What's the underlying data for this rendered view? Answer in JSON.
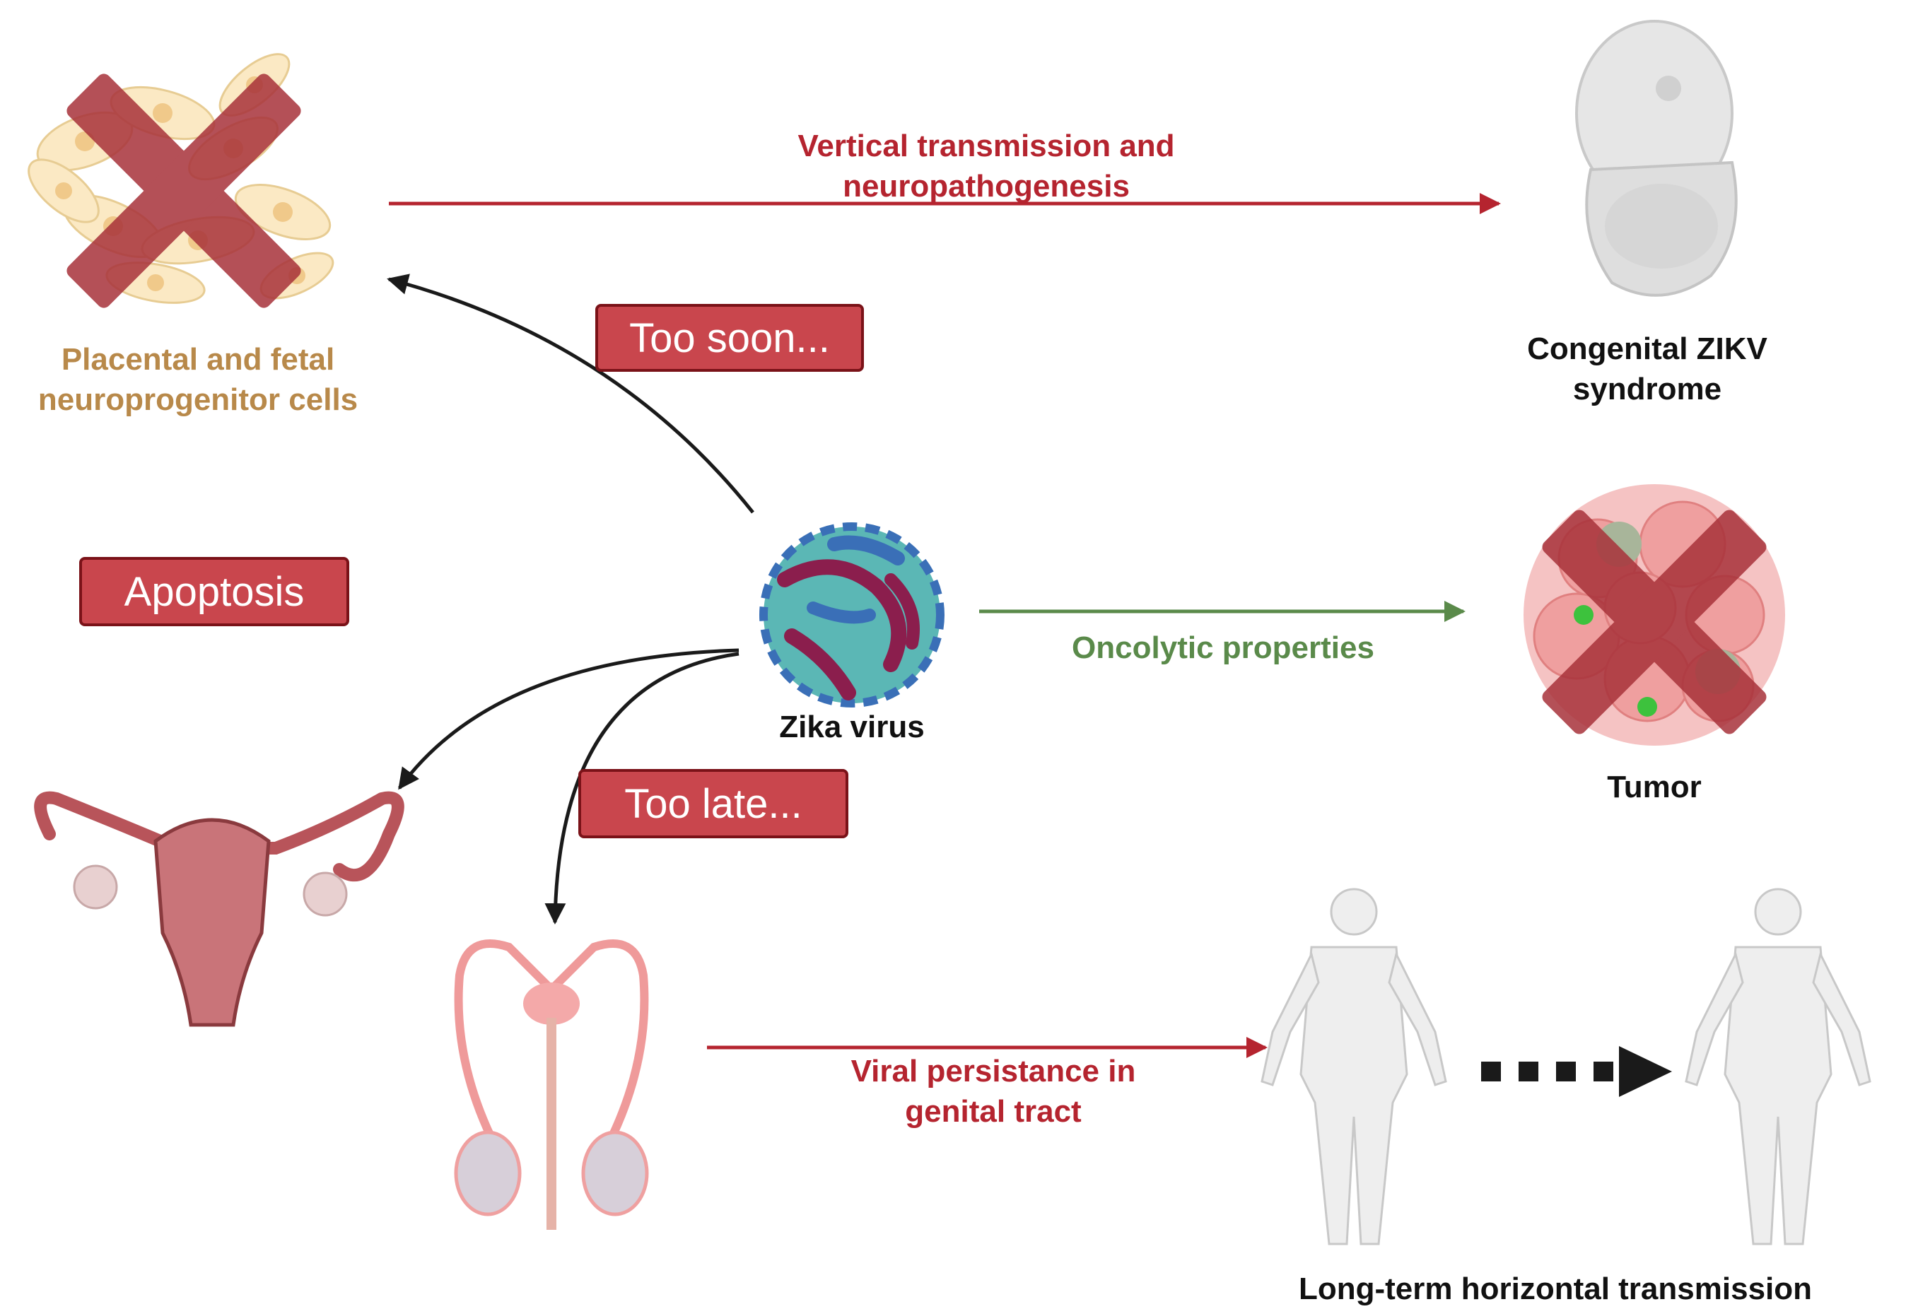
{
  "labels": {
    "vertical_transmission": "Vertical transmission and",
    "vertical_transmission_2": "neuropathogenesis",
    "placental_cells": "Placental and fetal",
    "placental_cells_2": "neuroprogenitor cells",
    "congenital": "Congenital ZIKV",
    "congenital_2": "syndrome",
    "oncolytic": "Oncolytic properties",
    "zika": "Zika virus",
    "tumor": "Tumor",
    "viral_persistance": "Viral persistance in",
    "viral_persistance_2": "genital tract",
    "long_term": "Long-term horizontal transmission"
  },
  "boxes": {
    "too_soon": "Too soon...",
    "apoptosis": "Apoptosis",
    "too_late": "Too late..."
  },
  "colors": {
    "red_arrow": "#b5242f",
    "green_arrow": "#5a8a4a",
    "black_arrow": "#1a1a1a",
    "box_fill": "#c9464d",
    "cross": "#a8323a"
  }
}
